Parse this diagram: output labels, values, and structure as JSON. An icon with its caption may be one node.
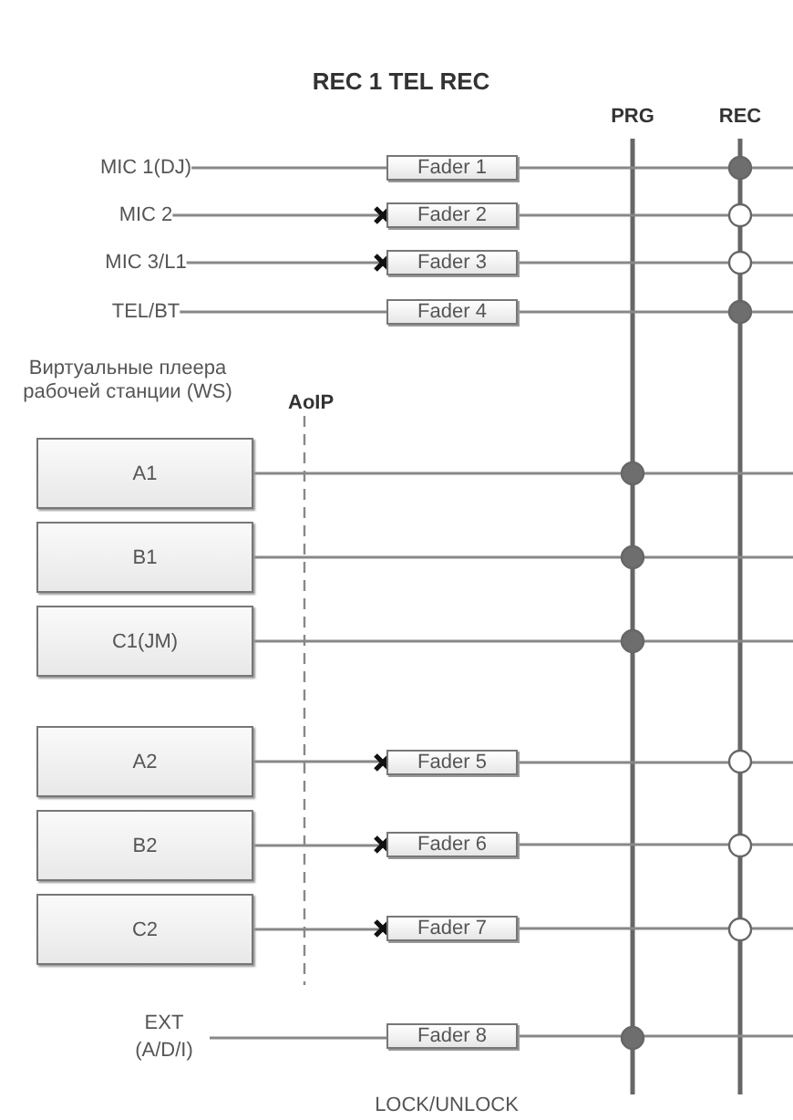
{
  "diagram": {
    "title": "REC 1 TEL REC",
    "nodes": [
      {
        "text": [
          "MIC 1(DJ)"
        ]
      },
      {
        "text": [
          "Fader 1"
        ]
      },
      {
        "text": [
          "MIC 2"
        ]
      },
      {
        "text": [
          "Fader 2"
        ]
      },
      {
        "text": [
          "MIC 3/L1"
        ]
      },
      {
        "text": [
          "Fader 3"
        ]
      },
      {
        "text": [
          "TEL/BT"
        ]
      },
      {
        "text": [
          "Fader 4"
        ]
      },
      {
        "text": [
          "A1"
        ]
      },
      {
        "text": [
          "B1"
        ]
      },
      {
        "text": [
          "C1(JM)"
        ]
      },
      {
        "text": [
          "A2"
        ]
      },
      {
        "text": [
          "Fader 5"
        ]
      },
      {
        "text": [
          "B2"
        ]
      },
      {
        "text": [
          "Fader 6"
        ]
      },
      {
        "text": [
          "C2"
        ]
      },
      {
        "text": [
          "Fader 7"
        ]
      },
      {
        "text": [
          "EXT (A/D/I)"
        ]
      },
      {
        "text": [
          "Fader 8"
        ]
      }
    ],
    "edges": [
      {
        "from": 0,
        "to": 1,
        "arrow": "none"
      },
      {
        "from": 1,
        "to": null,
        "arrow": "none"
      },
      {
        "from": 2,
        "to": 3,
        "arrow": "none"
      },
      {
        "from": 3,
        "to": null,
        "arrow": "none"
      },
      {
        "from": 4,
        "to": 5,
        "arrow": "none"
      },
      {
        "from": 5,
        "to": null,
        "arrow": "none"
      },
      {
        "from": 6,
        "to": 7,
        "arrow": "none"
      },
      {
        "from": 7,
        "to": null,
        "arrow": "none"
      },
      {
        "from": 8,
        "to": null,
        "arrow": "none"
      },
      {
        "from": 9,
        "to": null,
        "arrow": "none"
      },
      {
        "from": 10,
        "to": null,
        "arrow": "none"
      },
      {
        "from": 11,
        "to": 12,
        "arrow": "none"
      },
      {
        "from": 12,
        "to": null,
        "arrow": "none"
      },
      {
        "from": 13,
        "to": 14,
        "arrow": "none"
      },
      {
        "from": 14,
        "to": null,
        "arrow": "none"
      },
      {
        "from": 15,
        "to": 16,
        "arrow": "none"
      },
      {
        "from": 16,
        "to": null,
        "arrow": "none"
      },
      {
        "from": 17,
        "to": 18,
        "arrow": "none"
      },
      {
        "from": 18,
        "to": null,
        "arrow": "none"
      }
    ],
    "labels": [
      "PRG",
      "REC",
      "Виртуальные плеера рабочей станции (WS)",
      "AoIP",
      "LOCK/UNLOCK"
    ]
  }
}
